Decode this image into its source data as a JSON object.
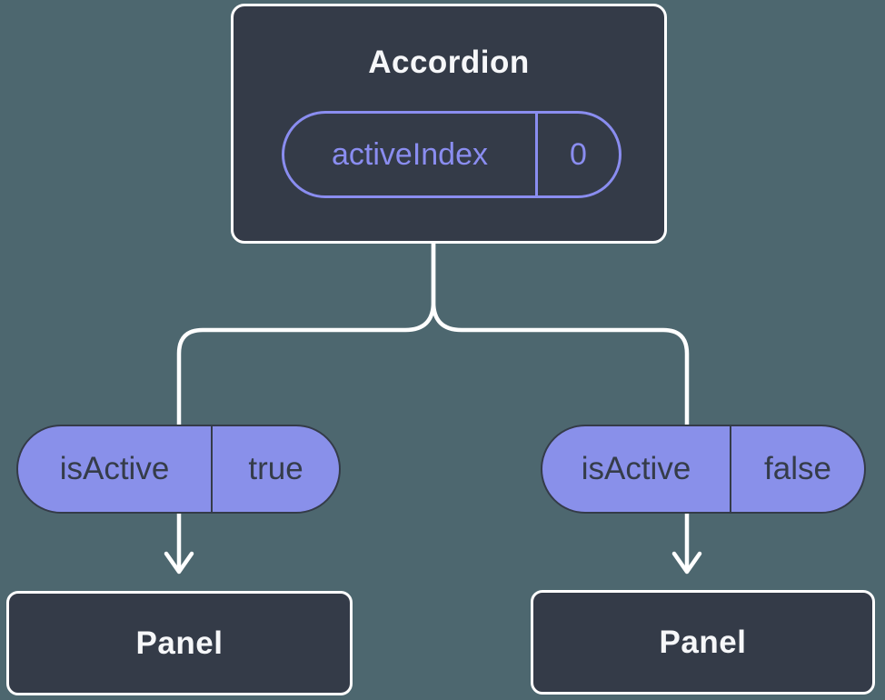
{
  "diagram": {
    "description": "React component tree showing state passed down as props",
    "root_node": {
      "title": "Accordion",
      "state": {
        "name": "activeIndex",
        "value": "0"
      }
    },
    "branches": [
      {
        "prop": {
          "name": "isActive",
          "value": "true"
        },
        "child": {
          "title": "Panel"
        }
      },
      {
        "prop": {
          "name": "isActive",
          "value": "false"
        },
        "child": {
          "title": "Panel"
        }
      }
    ]
  },
  "colors": {
    "background": "#4D676F",
    "node_fill": "#343B48",
    "node_border": "#FFFFFF",
    "node_text": "#F6F7F9",
    "state_accent": "#8A8DF0",
    "prop_fill": "#8990EA",
    "prop_border": "#343B48",
    "prop_text": "#353C49",
    "connector": "#FFFFFF"
  }
}
